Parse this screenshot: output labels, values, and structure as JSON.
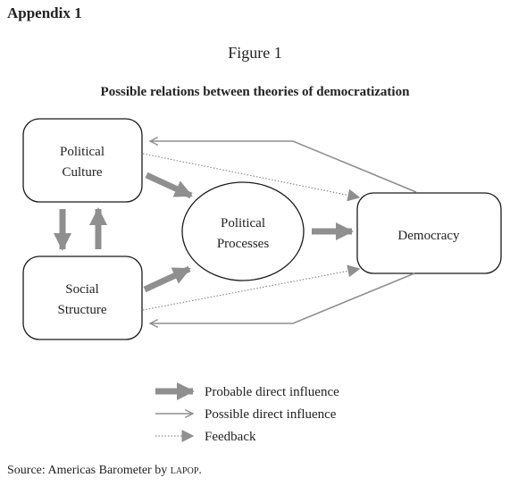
{
  "heading": "Appendix 1",
  "figure_number": "Figure 1",
  "figure_title": "Possible relations between theories of democratization",
  "nodes": {
    "political_culture": [
      "Political",
      "Culture"
    ],
    "social_structure": [
      "Social",
      "Structure"
    ],
    "political_processes": [
      "Political",
      "Processes"
    ],
    "democracy": [
      "Democracy"
    ]
  },
  "legend": {
    "probable": "Probable direct influence",
    "possible": "Possible direct influence",
    "feedback": "Feedback"
  },
  "source": {
    "prefix": "Source: Americas Barometer by ",
    "org": "lapop",
    "suffix": "."
  },
  "colors": {
    "arrow": "#8f8f8f",
    "box_stroke": "#1a1a1a",
    "text": "#222222"
  }
}
